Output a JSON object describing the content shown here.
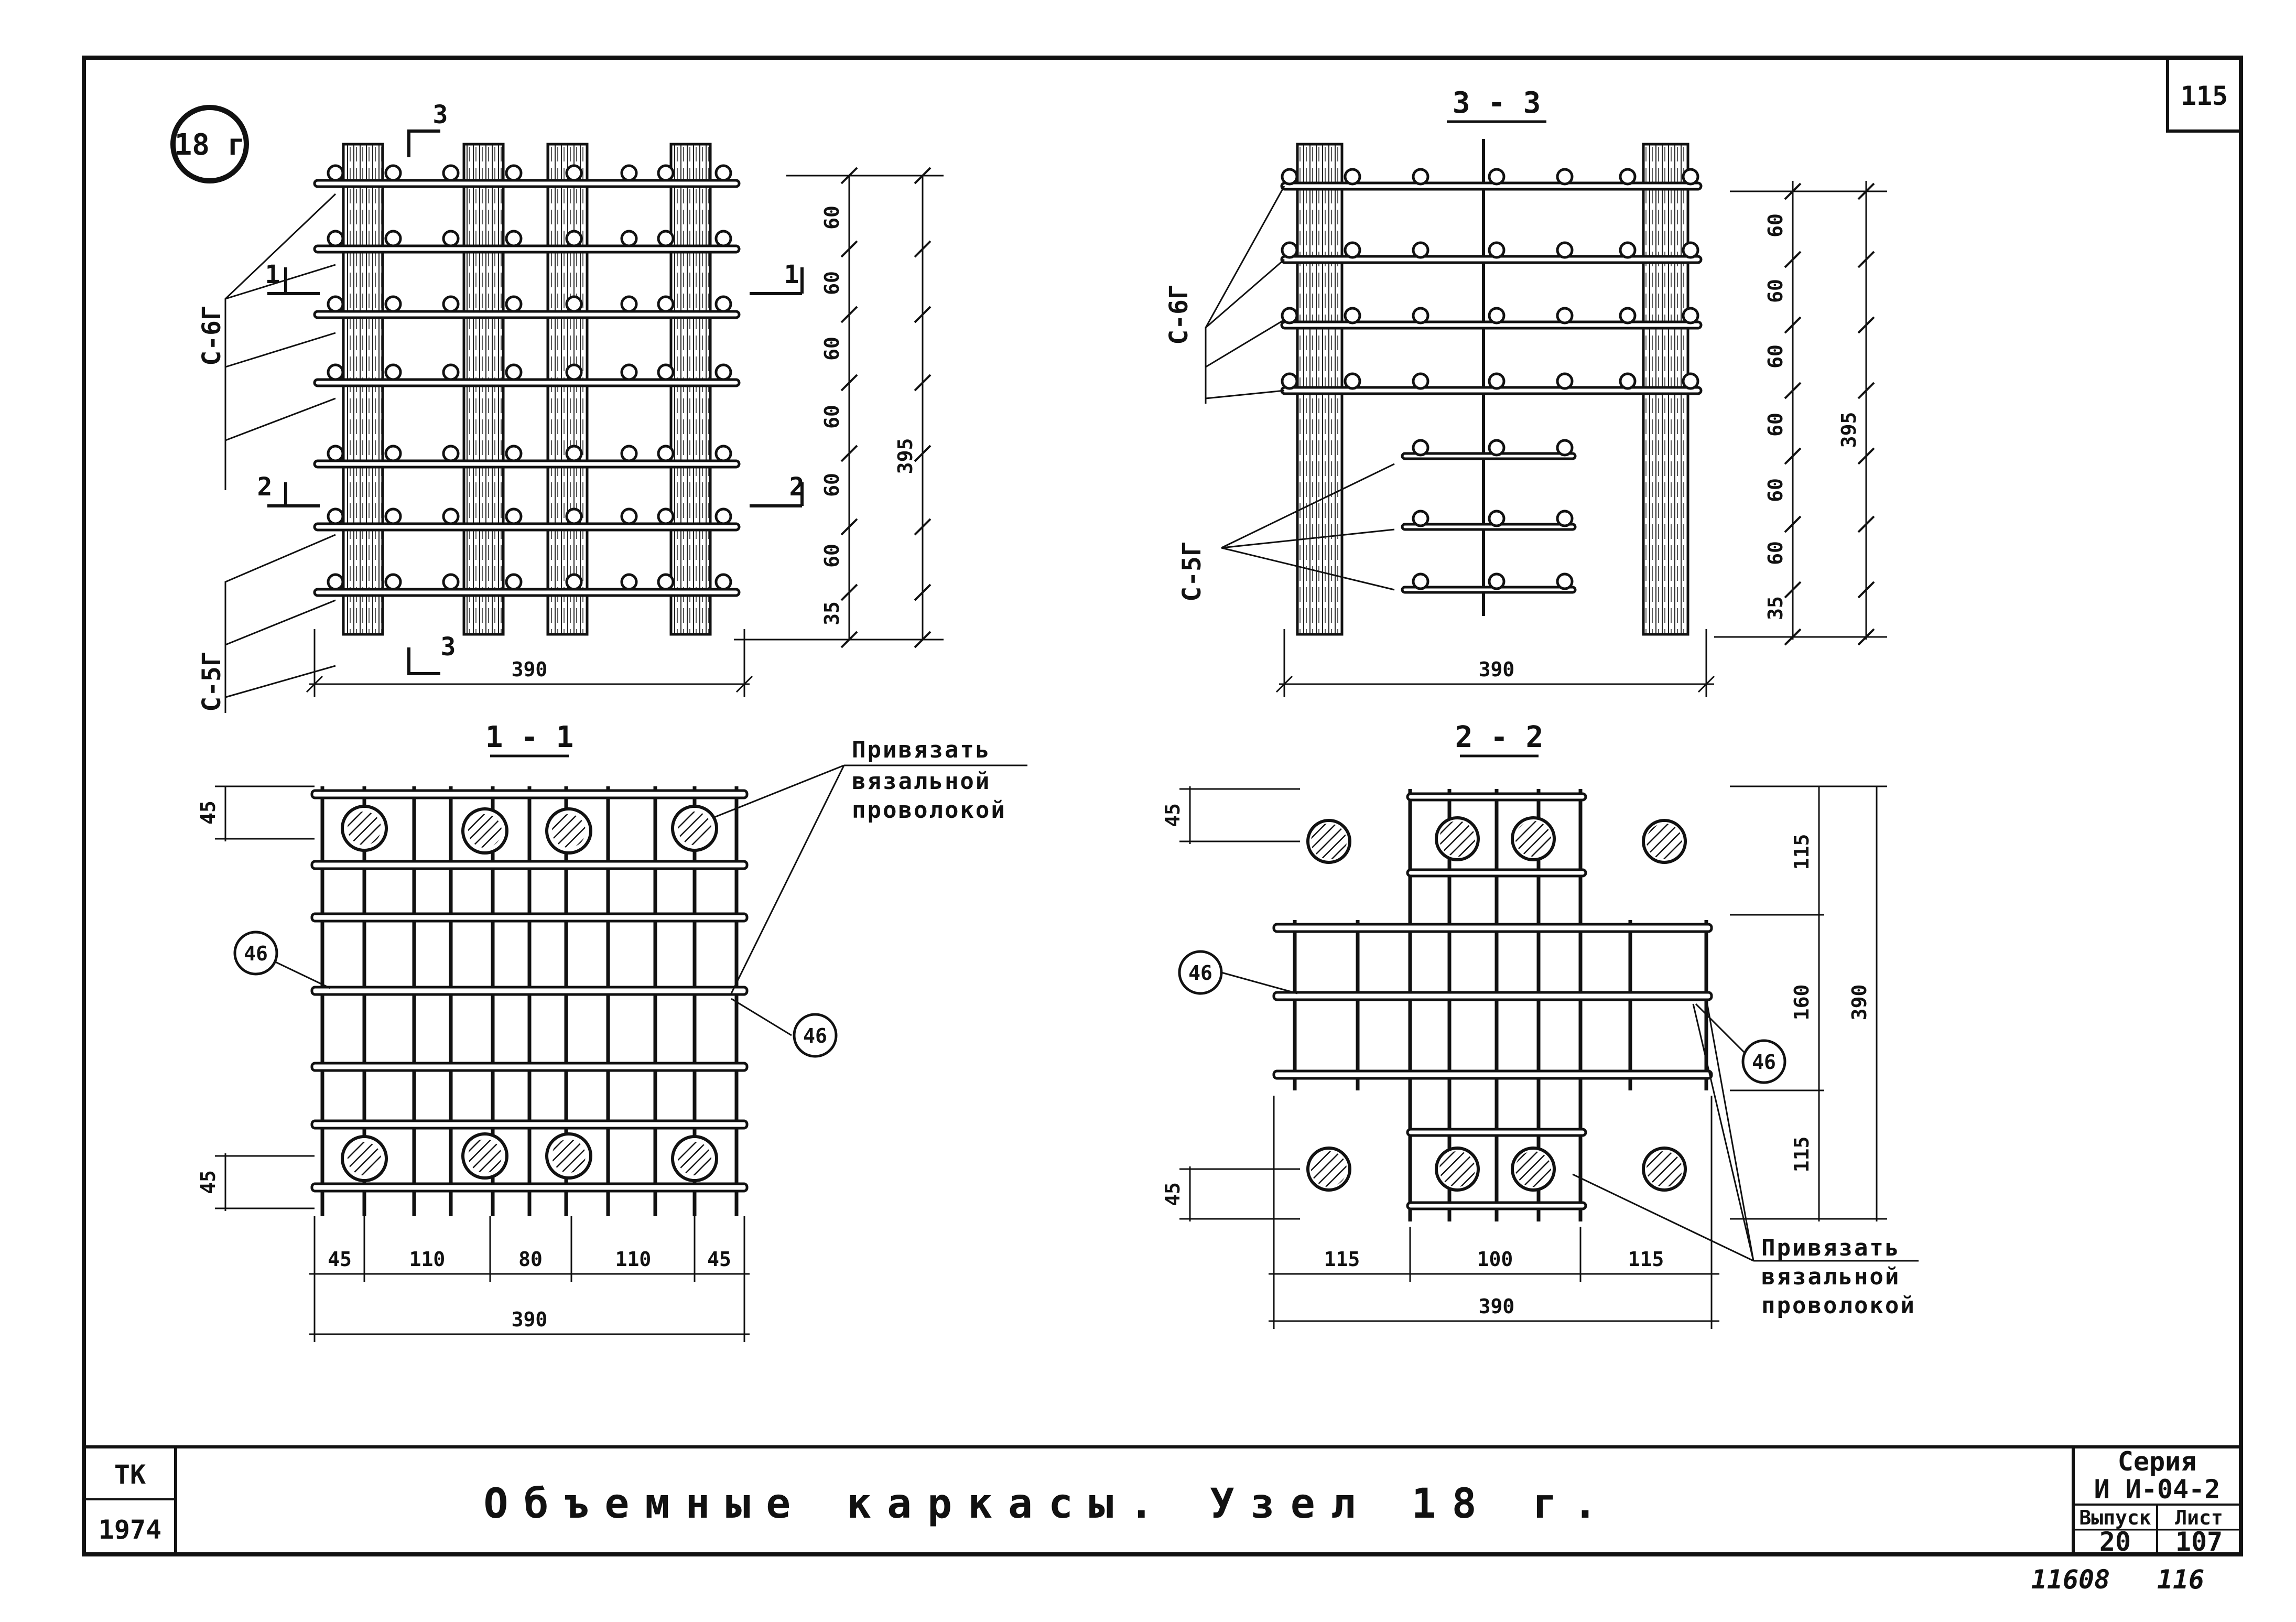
{
  "sheet": {
    "sheet_corner_number": "115",
    "node_mark": "18 г",
    "title": "Объемные каркасы. Узел 18 г.",
    "org": "ТК",
    "year": "1974",
    "series_label": "Серия",
    "series_code": "И И-04-2",
    "issue_label": "Выпуск",
    "issue_value": "20",
    "sheet_label": "Лист",
    "sheet_value": "107",
    "handwritten_1": "11608",
    "handwritten_2": "116"
  },
  "elevation": {
    "mesh_top_label": "С-6Г",
    "mesh_bottom_label": "С-5Г",
    "cut_3": "3",
    "cut_1": "1",
    "cut_2": "2",
    "spacing_60": "60",
    "spacing_35": "35",
    "total_height": "395",
    "total_width": "390"
  },
  "section_33": {
    "title": "3 - 3",
    "mesh_top_label": "С-6Г",
    "mesh_bottom_label": "С-5Г",
    "spacing_60": "60",
    "spacing_35": "35",
    "total_height": "395",
    "total_width": "390"
  },
  "section_11": {
    "title": "1 - 1",
    "note_line1": "Привязать",
    "note_line2": "вязальной",
    "note_line3": "проволокой",
    "tag": "46",
    "dim_45": "45",
    "dim_110": "110",
    "dim_80": "80",
    "total_width": "390"
  },
  "section_22": {
    "title": "2 - 2",
    "note_line1": "Привязать",
    "note_line2": "вязальной",
    "note_line3": "проволокой",
    "tag": "46",
    "dim_45": "45",
    "dim_115": "115",
    "dim_100": "100",
    "dim_160": "160",
    "total": "390"
  }
}
